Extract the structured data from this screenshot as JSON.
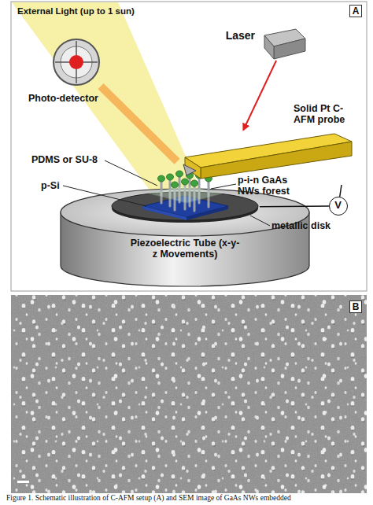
{
  "diagram": {
    "caption": "Figure 1. Schematic illustration of C-AFM setup (A) and SEM image of GaAs NWs embedded",
    "nodes": [
      {
        "text": [
          "A"
        ]
      },
      {
        "text": [
          "Photo-detector"
        ]
      },
      {
        "text": [
          "Laser"
        ]
      },
      {
        "text": [
          "Solid Pt C-AFM probe"
        ]
      },
      {
        "text": [
          "V"
        ]
      },
      {
        "text": [
          "metallic disk"
        ]
      },
      {
        "text": [
          "Piezoelectric Tube (x-y-z Movements)"
        ]
      },
      {
        "text": [
          "B"
        ]
      }
    ],
    "edges": [
      {
        "from": 2,
        "to": 3,
        "arrow": "to"
      },
      {
        "from": 3,
        "to": 1,
        "arrow": "none"
      },
      {
        "from": 3,
        "to": 4,
        "arrow": "none"
      },
      {
        "from": 4,
        "to": 5,
        "arrow": "none"
      }
    ],
    "labels": [
      "External Light (up to 1 sun)",
      "PDMS or SU-8",
      "p-Si",
      "p-i-n GaAs NWs forest"
    ]
  }
}
